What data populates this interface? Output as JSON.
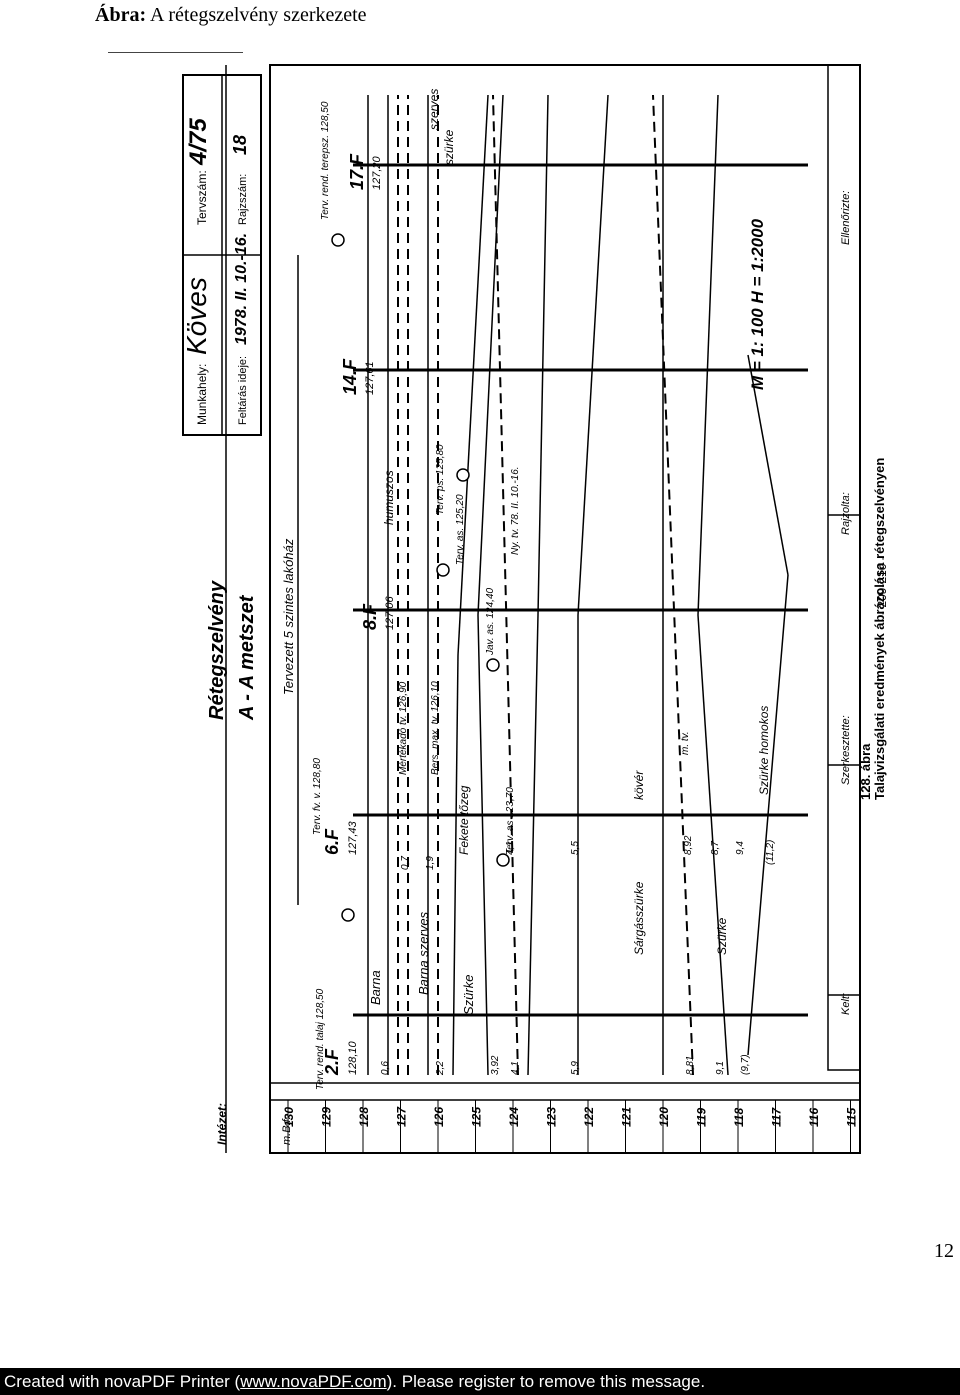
{
  "caption": {
    "label": "Ábra:",
    "title": "A rétegszelvény szerkezete"
  },
  "drawing": {
    "header": {
      "institute": "Intézet:",
      "worksite_label": "Munkahely:",
      "worksite_value": "Köves",
      "excavation_label": "Feltárás ideje:",
      "excavation_value": "1978. II. 10.-16.",
      "plan_no_label": "Tervszám:",
      "plan_no_value": "4/75",
      "drawing_no_label": "Rajzszám:",
      "drawing_no_value": "18",
      "title_1": "Rétegszelvény",
      "title_2": "A - A metszet"
    },
    "planned_building": "Tervezett 5 szintes lakóház",
    "scale": "M = 1: 100  H = 1:2000",
    "figure_no": "128. ábra",
    "figure_caption": "Talajvizsgálati eredmények ábrázolása rétegszelvényen",
    "figure_page": "- 209-210 -",
    "elevation_header": "m.B.f.",
    "elevations": [
      "130",
      "129",
      "128",
      "127",
      "126",
      "125",
      "124",
      "123",
      "122",
      "121",
      "120",
      "119",
      "118",
      "117",
      "116",
      "115"
    ],
    "boreholes": [
      {
        "id": "2.F",
        "top": "128,10",
        "surface": "Terv. rend. talaj 128,50"
      },
      {
        "id": "6.F",
        "top": "127,43",
        "surface": "Terv. fv. v. 128,80"
      },
      {
        "id": "8.F",
        "top": "127,06"
      },
      {
        "id": "14.F",
        "top": "127,61"
      },
      {
        "id": "17.F",
        "top": "127,20",
        "surface": "Terv. rend. terepsz. 128,50"
      }
    ],
    "soil_labels": [
      "Barna",
      "Barna szerves",
      "Szürke",
      "Sárgásszürke",
      "Szürke",
      "Fekete tőzeg",
      "humuszos",
      "szürke",
      "szerves",
      "kövér",
      "Szürke homokos"
    ],
    "depth_labels": [
      "0,6",
      "2,2",
      "3,92",
      "4,1",
      "5,9",
      "8,81",
      "9,1",
      "(9,7)",
      "0,7",
      "1,9",
      "4,1",
      "5,5",
      "8,92",
      "8,7",
      "9,4",
      "(11,2)"
    ],
    "level_labels": [
      "Mértékadó tv. 126,90",
      "Bers. max. tv. 126,10",
      "Terv. ps. 125,80",
      "Terv. as. 125,20",
      "Jav. as. 124,40",
      "Terv. as 123,70",
      "Ny. tv. 78. II. 10.-16.",
      "m. tv."
    ],
    "footer_boxes": [
      "Kelt:",
      "Szerkesztette:",
      "Rajzolta:",
      "Ellenőrizte:"
    ]
  },
  "page_number": "12",
  "footer": {
    "prefix": "Created with novaPDF Printer (",
    "link": "www.novaPDF.com",
    "suffix": "). Please register to remove this message."
  }
}
